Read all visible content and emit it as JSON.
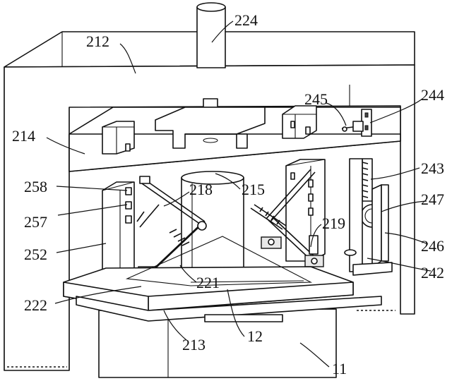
{
  "labels": {
    "l224": "224",
    "l212": "212",
    "l245": "245",
    "l244": "244",
    "l214": "214",
    "l243": "243",
    "l258": "258",
    "l218": "218",
    "l215": "215",
    "l247": "247",
    "l257": "257",
    "l219": "219",
    "l252": "252",
    "l246": "246",
    "l242": "242",
    "l221": "221",
    "l222": "222",
    "l213": "213",
    "l12": "12",
    "l11": "11"
  }
}
